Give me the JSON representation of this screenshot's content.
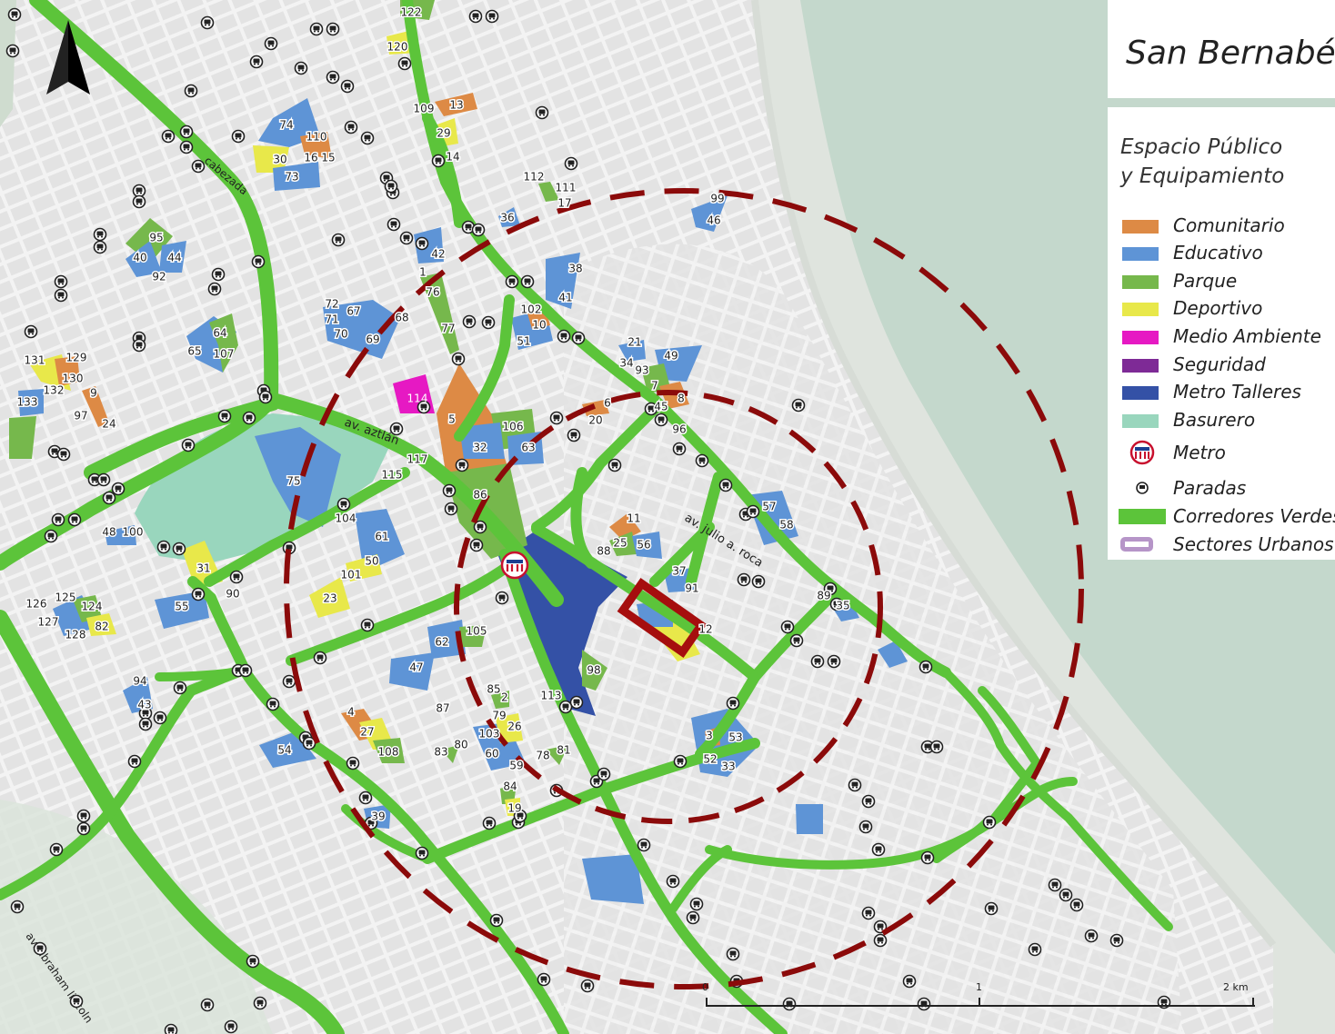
{
  "title": "San Bernabé",
  "legend": {
    "heading_line1": "Espacio Público",
    "heading_line2": "y Equipamiento",
    "items": [
      {
        "label": "Comunitario",
        "color": "#dd8a45"
      },
      {
        "label": "Educativo",
        "color": "#5e94d6"
      },
      {
        "label": "Parque",
        "color": "#76b84c"
      },
      {
        "label": "Deportivo",
        "color": "#e8e84a"
      },
      {
        "label": "Medio Ambiente",
        "color": "#e619c3"
      },
      {
        "label": "Seguridad",
        "color": "#7e2a96"
      },
      {
        "label": "Metro Talleres",
        "color": "#3451a6"
      },
      {
        "label": "Basurero",
        "color": "#99d6bd"
      },
      {
        "label": "Metro",
        "icon": "metro-icon"
      },
      {
        "label": "Paradas",
        "icon": "bus-stop-icon"
      },
      {
        "label": "Corredores Verdes",
        "color": "#5cc43a"
      },
      {
        "label": "Sectores Urbanos",
        "color": "#b695c8"
      }
    ]
  },
  "streets": {
    "cabezada": "cabezada",
    "aztlan": "av. aztlán",
    "julio": "av. julio a. roca",
    "lincoln": "av. abraham lincoln"
  },
  "scale": {
    "zero": "0",
    "one": "1",
    "two": "2 km"
  },
  "parcel_labels": [
    "122",
    "120",
    "109",
    "13",
    "29",
    "14",
    "74",
    "110",
    "30",
    "16",
    "15",
    "73",
    "112",
    "111",
    "17",
    "99",
    "46",
    "36",
    "95",
    "40",
    "44",
    "92",
    "42",
    "1",
    "38",
    "76",
    "41",
    "72",
    "71",
    "67",
    "70",
    "68",
    "69",
    "102",
    "10",
    "51",
    "77",
    "64",
    "65",
    "107",
    "21",
    "34",
    "93",
    "49",
    "131",
    "129",
    "130",
    "132",
    "9",
    "133",
    "97",
    "24",
    "114",
    "5",
    "6",
    "20",
    "7",
    "8",
    "45",
    "96",
    "106",
    "32",
    "63",
    "75",
    "117",
    "115",
    "86",
    "104",
    "11",
    "25",
    "56",
    "57",
    "58",
    "88",
    "48",
    "100",
    "61",
    "50",
    "101",
    "31",
    "23",
    "37",
    "91",
    "126",
    "125",
    "124",
    "127",
    "82",
    "128",
    "55",
    "90",
    "12",
    "89",
    "35",
    "105",
    "62",
    "47",
    "98",
    "94",
    "43",
    "85",
    "2",
    "79",
    "113",
    "87",
    "4",
    "27",
    "108",
    "103",
    "26",
    "83",
    "80",
    "60",
    "59",
    "78",
    "81",
    "54",
    "3",
    "53",
    "52",
    "33",
    "84",
    "19",
    "39"
  ],
  "colors": {
    "corridor": "#5cc43a",
    "ring": "#8b0a0a",
    "water": "#c4d8cc",
    "shore": "#dfe4de",
    "land": "#f2f2f2",
    "block": "#e2e2e2"
  }
}
